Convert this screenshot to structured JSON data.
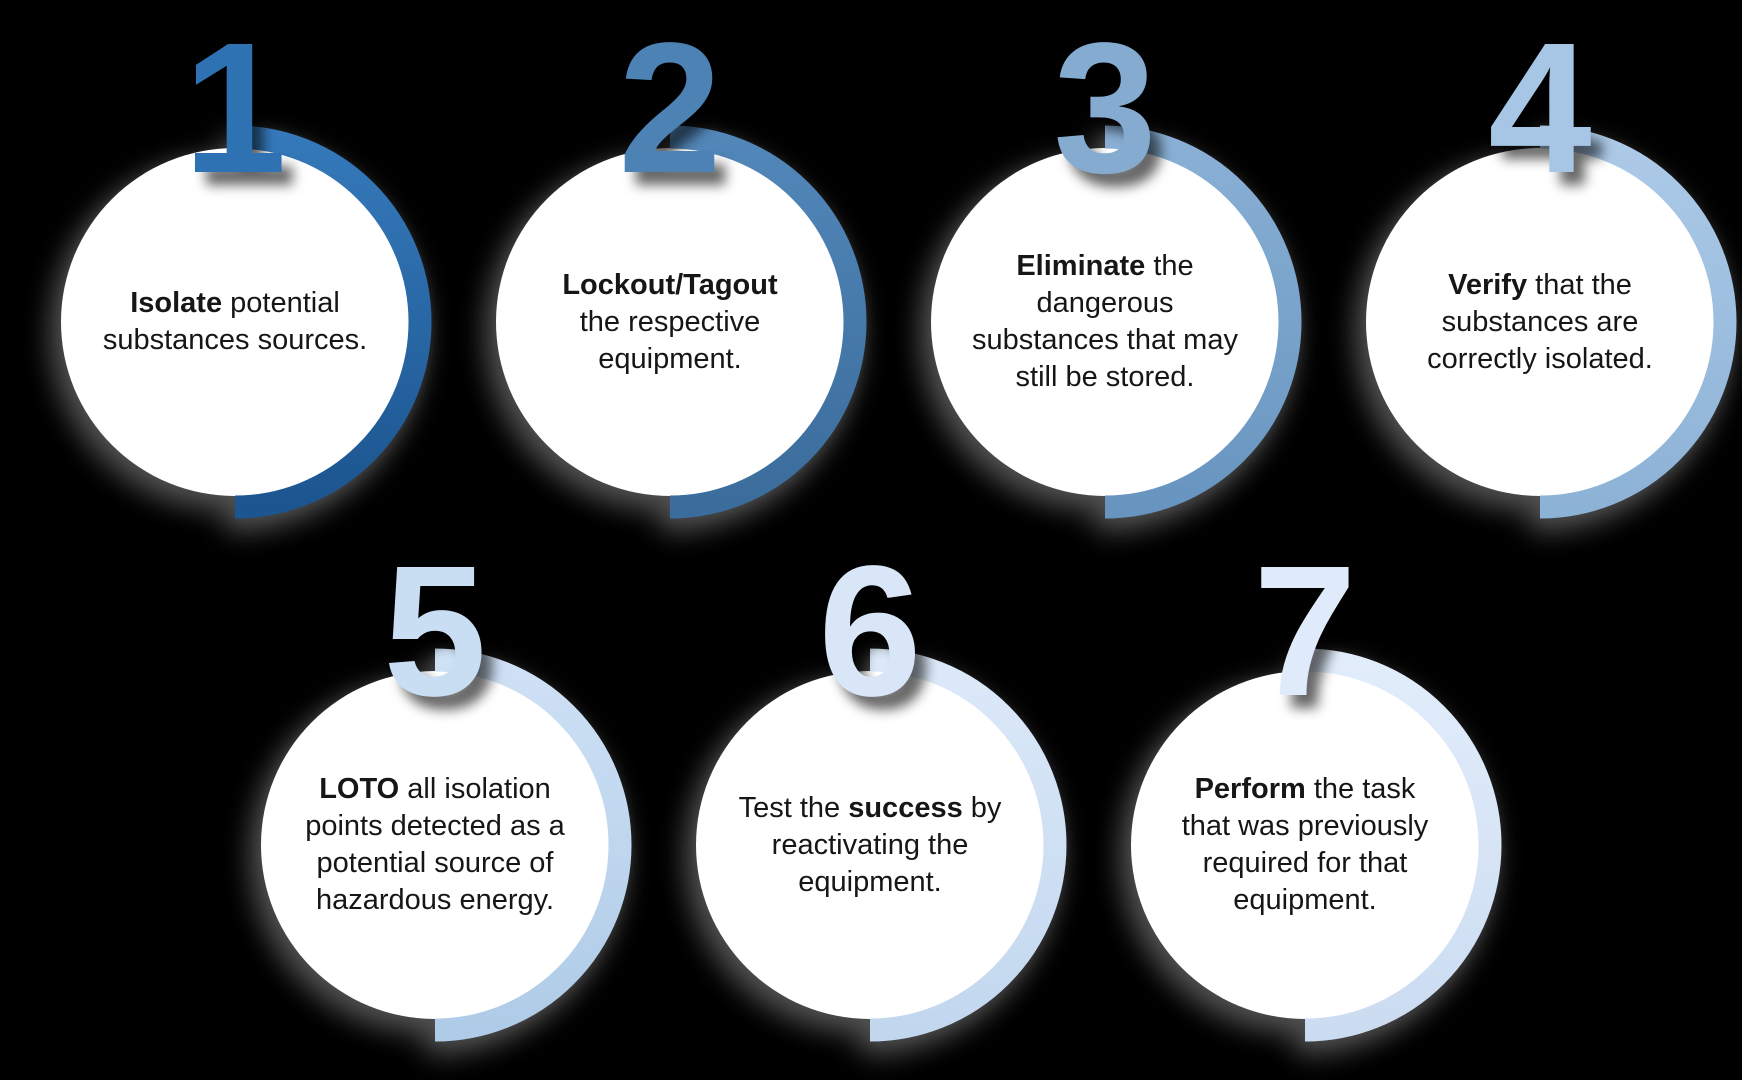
{
  "diagram": {
    "kind": "numbered-process-circles",
    "background_color": "#000000",
    "disc_color": "#ffffff",
    "text_color": "#161616",
    "steps": [
      {
        "number": "1",
        "accent_color": "#2f72b4",
        "arc_gradient": [
          "#3579ba",
          "#1c5590"
        ],
        "lines": [
          [
            {
              "t": "Isolate",
              "b": true
            },
            {
              "t": " potential",
              "b": false
            }
          ],
          [
            {
              "t": "substances sources.",
              "b": false
            }
          ]
        ]
      },
      {
        "number": "2",
        "accent_color": "#4d82b4",
        "arc_gradient": [
          "#5287b9",
          "#3a6c9c"
        ],
        "lines": [
          [
            {
              "t": "Lockout/Tagout",
              "b": true
            }
          ],
          [
            {
              "t": "the respective",
              "b": false
            }
          ],
          [
            {
              "t": "equipment.",
              "b": false
            }
          ]
        ]
      },
      {
        "number": "3",
        "accent_color": "#85abd0",
        "arc_gradient": [
          "#8ab0d5",
          "#6795c0"
        ],
        "lines": [
          [
            {
              "t": "Eliminate",
              "b": true
            },
            {
              "t": " the",
              "b": false
            }
          ],
          [
            {
              "t": "dangerous",
              "b": false
            }
          ],
          [
            {
              "t": "substances that may",
              "b": false
            }
          ],
          [
            {
              "t": "still be stored.",
              "b": false
            }
          ]
        ]
      },
      {
        "number": "4",
        "accent_color": "#a7c6e5",
        "arc_gradient": [
          "#adcae8",
          "#8cb2d6"
        ],
        "lines": [
          [
            {
              "t": "Verify",
              "b": true
            },
            {
              "t": " that the",
              "b": false
            }
          ],
          [
            {
              "t": "substances are",
              "b": false
            }
          ],
          [
            {
              "t": "correctly isolated.",
              "b": false
            }
          ]
        ]
      },
      {
        "number": "5",
        "accent_color": "#c9ddf3",
        "arc_gradient": [
          "#cfe1f5",
          "#aecbe7"
        ],
        "lines": [
          [
            {
              "t": "LOTO",
              "b": true
            },
            {
              "t": " all isolation",
              "b": false
            }
          ],
          [
            {
              "t": "points detected as a",
              "b": false
            }
          ],
          [
            {
              "t": "potential source of",
              "b": false
            }
          ],
          [
            {
              "t": "hazardous energy.",
              "b": false
            }
          ]
        ]
      },
      {
        "number": "6",
        "accent_color": "#d8e6f7",
        "arc_gradient": [
          "#dce9f9",
          "#c2d7ee"
        ],
        "lines": [
          [
            {
              "t": "Test the ",
              "b": false
            },
            {
              "t": "success",
              "b": true
            },
            {
              "t": " by",
              "b": false
            }
          ],
          [
            {
              "t": "reactivating the",
              "b": false
            }
          ],
          [
            {
              "t": "equipment.",
              "b": false
            }
          ]
        ]
      },
      {
        "number": "7",
        "accent_color": "#dfebfa",
        "arc_gradient": [
          "#e2edfb",
          "#cbdcf1"
        ],
        "lines": [
          [
            {
              "t": "Perform",
              "b": true
            },
            {
              "t": " the task",
              "b": false
            }
          ],
          [
            {
              "t": "that was previously",
              "b": false
            }
          ],
          [
            {
              "t": "required for that",
              "b": false
            }
          ],
          [
            {
              "t": "equipment.",
              "b": false
            }
          ]
        ]
      }
    ]
  }
}
